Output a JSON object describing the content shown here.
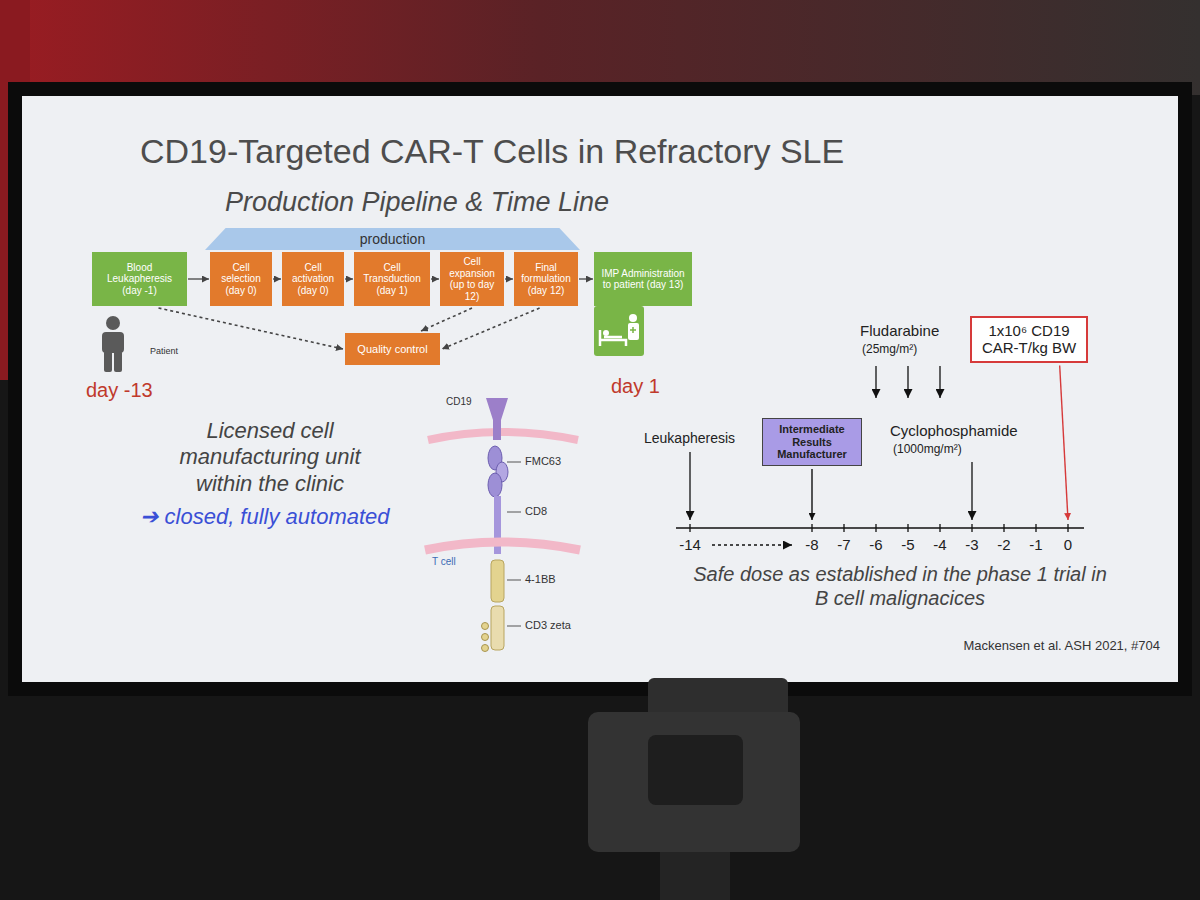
{
  "diagram": {
    "title": "CD19-Targeted CAR-T Cells in Refractory SLE",
    "nodes": [
      {
        "text": [
          "Blood Leukapheresis (day -1)"
        ]
      },
      {
        "text": [
          "Cell selection (day 0)"
        ]
      },
      {
        "text": [
          "Cell activation (day 0)"
        ]
      },
      {
        "text": [
          "Cell Transduction (day 1)"
        ]
      },
      {
        "text": [
          "Cell expansion (up to day 12)"
        ]
      },
      {
        "text": [
          "Final formulation (day 12)"
        ]
      },
      {
        "text": [
          "IMP Administration to patient (day 13)"
        ]
      },
      {
        "text": [
          "Quality control"
        ]
      },
      {
        "text": [
          "production"
        ]
      },
      {
        "text": [
          "Intermediate Results Manufacturer"
        ]
      },
      {
        "text": [
          "1x10⁶ CD19 CAR-T/kg BW"
        ]
      }
    ],
    "edges": [
      {
        "from": 0,
        "to": 1,
        "arrow": "to"
      },
      {
        "from": 1,
        "to": 2,
        "arrow": "to"
      },
      {
        "from": 2,
        "to": 3,
        "arrow": "to"
      },
      {
        "from": 3,
        "to": 4,
        "arrow": "to"
      },
      {
        "from": 4,
        "to": 5,
        "arrow": "to"
      },
      {
        "from": 5,
        "to": 6,
        "arrow": "to"
      },
      {
        "from": 0,
        "to": 7,
        "arrow": "to"
      },
      {
        "from": 4,
        "to": 7,
        "arrow": "to"
      },
      {
        "from": 5,
        "to": 7,
        "arrow": "to"
      }
    ],
    "labels": [
      "Production Pipeline & Time Line",
      "Patient",
      "day -13",
      "day 1",
      "Licensed cell manufacturing unit within the clinic",
      "➔ closed, fully automated",
      "CD19",
      "FMC63",
      "CD8",
      "T cell",
      "4-1BB",
      "CD3 zeta",
      "Fludarabine",
      "(25mg/m²)",
      "Leukapheresis",
      "Cyclophosphamide",
      "(1000mg/m²)",
      "-14",
      "-8",
      "-7",
      "-6",
      "-5",
      "-4",
      "-3",
      "-2",
      "-1",
      "0",
      "Safe dose as established in the phase 1 trial in B cell malignacices",
      "Mackensen et al. ASH 2021, #704"
    ]
  }
}
